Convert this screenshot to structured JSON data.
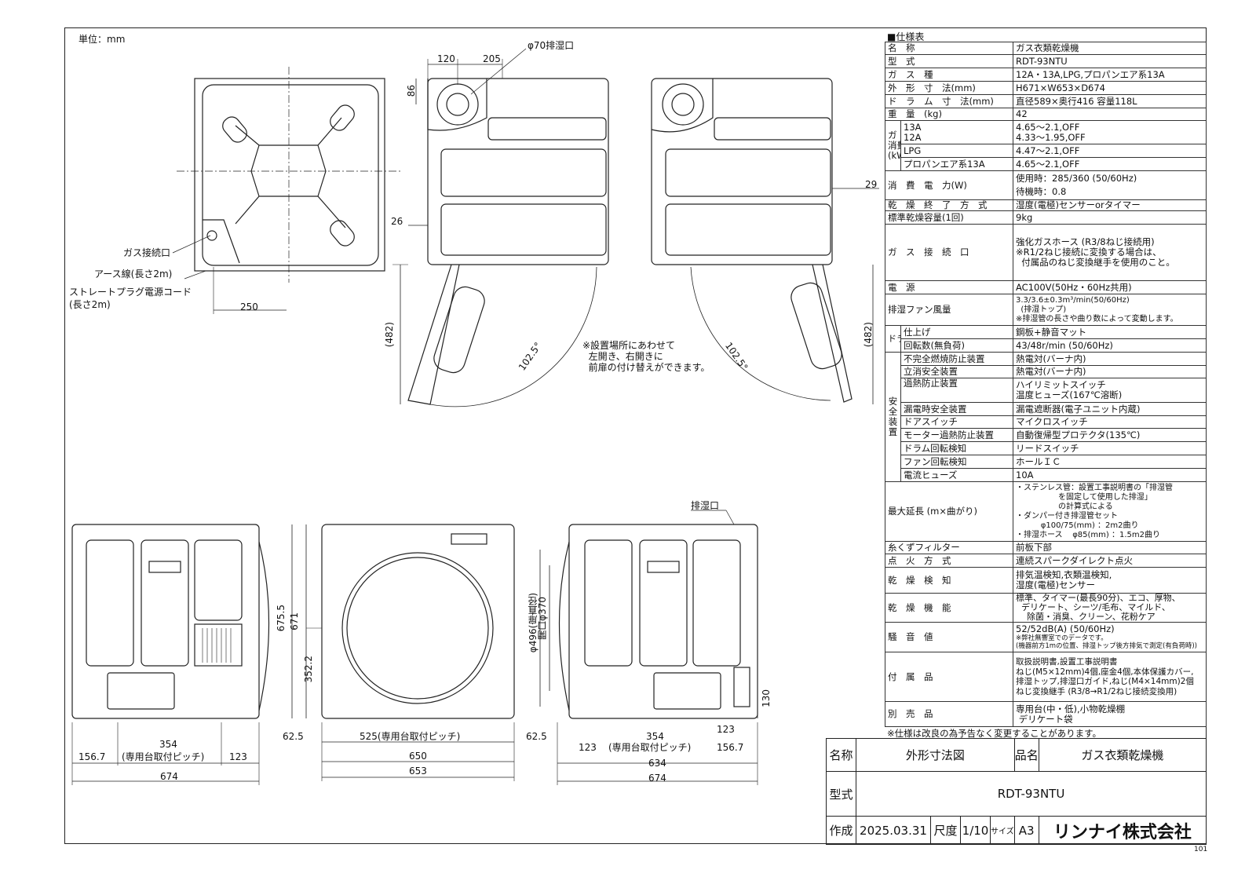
{
  "unit_label": "単位：mm",
  "top_left_view": {
    "gas_inlet": "ガス接続口",
    "earth_wire": "アース線(長さ2m)",
    "power_cord_line1": "ストレートプラグ電源コード",
    "power_cord_line2": "(長さ2m)",
    "dim_250": "250"
  },
  "top_middle_view": {
    "exhaust": "φ70排湿口",
    "dim_120": "120",
    "dim_205": "205",
    "dim_86": "86",
    "dim_26": "26",
    "dim_482": "(482)",
    "angle": "102.5°",
    "note": "※設置場所にあわせて\n  左開き、右開きに\n  前扉の付け替えができます。"
  },
  "top_right_view": {
    "dim_29": "29",
    "dim_482": "(482)",
    "angle": "102.5°"
  },
  "bottom_left_view": {
    "dim_675_5": "675.5",
    "dim_156_7": "156.7",
    "dim_354": "354",
    "pitch": "(専用台取付ピッチ)",
    "dim_123": "123",
    "dim_674": "674"
  },
  "bottom_middle_view": {
    "dim_671": "671",
    "dim_352_2": "352.2",
    "door_dia": "φ496(扉直径)",
    "opening": "開口φ370",
    "dim_62_5_left": "62.5",
    "dim_525": "525(専用台取付ピッチ)",
    "dim_62_5_right": "62.5",
    "dim_650": "650",
    "dim_653": "653"
  },
  "bottom_right_view": {
    "exhaust": "排湿口",
    "dim_130": "130",
    "dim_123_top": "123",
    "dim_123": "123",
    "dim_354": "354",
    "pitch": "(専用台取付ピッチ)",
    "dim_156_7": "156.7",
    "dim_634": "634",
    "dim_674": "674"
  },
  "spec": {
    "title": "■仕様表",
    "name": {
      "label": "名　称",
      "value": "ガス衣類乾燥機"
    },
    "model": {
      "label": "型　式",
      "value": "RDT-93NTU"
    },
    "gas_type": {
      "label": "ガ　ス　種",
      "value": "12A・13A,LPG,プロパンエア系13A"
    },
    "dimensions": {
      "label": "外　形　寸　法(mm)",
      "value": "H671×W653×D674"
    },
    "drum_size": {
      "label": "ド　ラ　ム　寸　法(mm)",
      "value": "直径589×奥行416 容量118L"
    },
    "weight": {
      "label": "重　量　(kg)",
      "value": "42"
    },
    "gas_consumption": {
      "label": "ガ　ス\n消費量\n(kW)",
      "rows": [
        {
          "gas": "13A\n12A",
          "value": "4.65〜2.1,OFF\n4.33〜1.95,OFF"
        },
        {
          "gas": "LPG",
          "value": "4.47〜2.1,OFF"
        },
        {
          "gas": "プロパンエア系13A",
          "value": "4.65〜2.1,OFF"
        }
      ]
    },
    "power": {
      "label": "消　費　電　力(W)",
      "value": "使用時：285/360 (50/60Hz)\n待機時：0.8"
    },
    "end_method": {
      "label": "乾　燥　終　了　方　式",
      "value": "湿度(電極)センサーorタイマー"
    },
    "capacity": {
      "label": "標準乾燥容量(1回)",
      "value": "9kg"
    },
    "gas_connection": {
      "label": "ガ　ス　接　続　口",
      "value": "強化ガスホース (R3/8ねじ接続用)\n※R1/2ねじ接続に変換する場合は、\n  付属品のねじ変換継手を使用のこと。"
    },
    "power_source": {
      "label": "電　源",
      "value": "AC100V(50Hz・60Hz共用)"
    },
    "fan": {
      "label": "排湿ファン風量",
      "value": "3.3/3.6±0.3m³/min(50/60Hz)\n  (排湿トップ)\n※排湿管の長さや曲り数によって変動します。"
    },
    "drum": {
      "label": "ドラム",
      "rows": [
        {
          "label": "仕上げ",
          "value": "鋼板+静音マット"
        },
        {
          "label": "回転数(無負荷)",
          "value": "43/48r/min (50/60Hz)"
        }
      ]
    },
    "safety": {
      "label": "安\n全\n装\n置",
      "rows": [
        {
          "label": "不完全燃焼防止装置",
          "value": "熱電対(バーナ内)"
        },
        {
          "label": "立消安全装置",
          "value": "熱電対(バーナ内)"
        },
        {
          "label": "過熱防止装置",
          "value": "ハイリミットスイッチ\n温度ヒューズ(167℃溶断)"
        },
        {
          "label": "漏電時安全装置",
          "value": "漏電遮断器(電子ユニット内蔵)"
        },
        {
          "label": "ドアスイッチ",
          "value": "マイクロスイッチ"
        },
        {
          "label": "モーター過熱防止装置",
          "value": "自動復帰型プロテクタ(135℃)"
        },
        {
          "label": "ドラム回転検知",
          "value": "リードスイッチ"
        },
        {
          "label": "ファン回転検知",
          "value": "ホールＩＣ"
        },
        {
          "label": "電流ヒューズ",
          "value": "10A"
        }
      ]
    },
    "max_length": {
      "label": "最大延長 (m×曲がり)",
      "value": "・ステンレス管：設置工事説明書の「排湿管\n                 を固定して使用した排湿」\n                 の計算式による\n・ダンパー付き排湿管セット\n          φ100/75(mm) ：2m2曲り\n・排湿ホース    φ85(mm) ：1.5m2曲り"
    },
    "lint_filter": {
      "label": "糸くずフィルター",
      "value": "前板下部"
    },
    "ignition": {
      "label": "点　火　方　式",
      "value": "連続スパークダイレクト点火"
    },
    "detection": {
      "label": "乾　燥　検　知",
      "value": "排気温検知,衣類温検知,\n湿度(電極)センサー"
    },
    "functions": {
      "label": "乾　燥　機　能",
      "value": "標準、タイマー(最長90分)、エコ、厚物、\n  デリケート、シーツ/毛布、マイルド、\n    除菌・消臭、クリーン、花粉ケア"
    },
    "noise": {
      "label": "騒　音　値",
      "value": "52/52dB(A) (50/60Hz)",
      "note": "※弊社無響室でのデータです。\n(機器前方1mの位置、排湿トップ後方排気で測定(有負荷時))"
    },
    "accessories": {
      "label": "付　属　品",
      "value": "取扱説明書,設置工事説明書\nねじ(M5×12mm)4個,座金4個,本体保護カバー,\n排湿トップ,排湿口ガイド,ねじ(M4×14mm)2個\nねじ変換継手 (R3/8→R1/2ねじ接続変換用)"
    },
    "options": {
      "label": "別　売　品",
      "value": "専用台(中・低),小物乾燥棚\n デリケート袋"
    },
    "footnote": "※仕様は改良の為予告なく変更することがあります。"
  },
  "title_block": {
    "name_label": "名称",
    "name_value": "外形寸法図",
    "product_label": "品名",
    "product_value": "ガス衣類乾燥機",
    "model_label": "型式",
    "model_value": "RDT-93NTU",
    "created_label": "作成",
    "created_value": "2025.03.31",
    "scale_label": "尺度",
    "scale_value": "1/10",
    "size_label": "サイズ",
    "size_value": "A3",
    "company": "リンナイ株式会社"
  },
  "page_number": "101"
}
